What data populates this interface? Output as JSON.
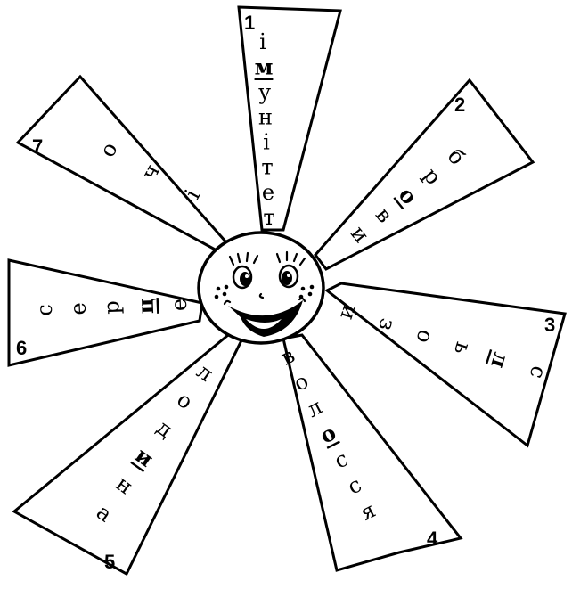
{
  "colors": {
    "ink": "#000000",
    "paper": "#ffffff"
  },
  "rays": [
    {
      "number": "1",
      "letters": [
        "і",
        "м",
        "у",
        "н",
        "і",
        "т",
        "е",
        "т"
      ],
      "highlight": [
        1
      ],
      "underline": [
        1
      ]
    },
    {
      "number": "2",
      "letters": [
        "б",
        "р",
        "о",
        "в",
        "и"
      ],
      "highlight": [
        2
      ],
      "underline": [
        2
      ]
    },
    {
      "number": "3",
      "letters": [
        "с",
        "л",
        "ь",
        "о",
        "з",
        "и"
      ],
      "highlight": [
        1
      ],
      "underline": [
        1
      ]
    },
    {
      "number": "4",
      "letters": [
        "в",
        "о",
        "л",
        "о",
        "с",
        "с",
        "я"
      ],
      "highlight": [
        3
      ],
      "underline": [
        3
      ]
    },
    {
      "number": "5",
      "letters": [
        "л",
        "о",
        "д",
        "и",
        "н",
        "а"
      ],
      "highlight": [
        3
      ],
      "underline": [
        3
      ]
    },
    {
      "number": "6",
      "letters": [
        "с",
        "е",
        "р",
        "ц",
        "е"
      ],
      "highlight": [
        3
      ],
      "underline": [
        3
      ]
    },
    {
      "number": "7",
      "letters": [
        "о",
        "ч",
        "і"
      ],
      "highlight": [],
      "underline": []
    }
  ],
  "icons": {
    "center": "smiling-sun-face-icon"
  }
}
